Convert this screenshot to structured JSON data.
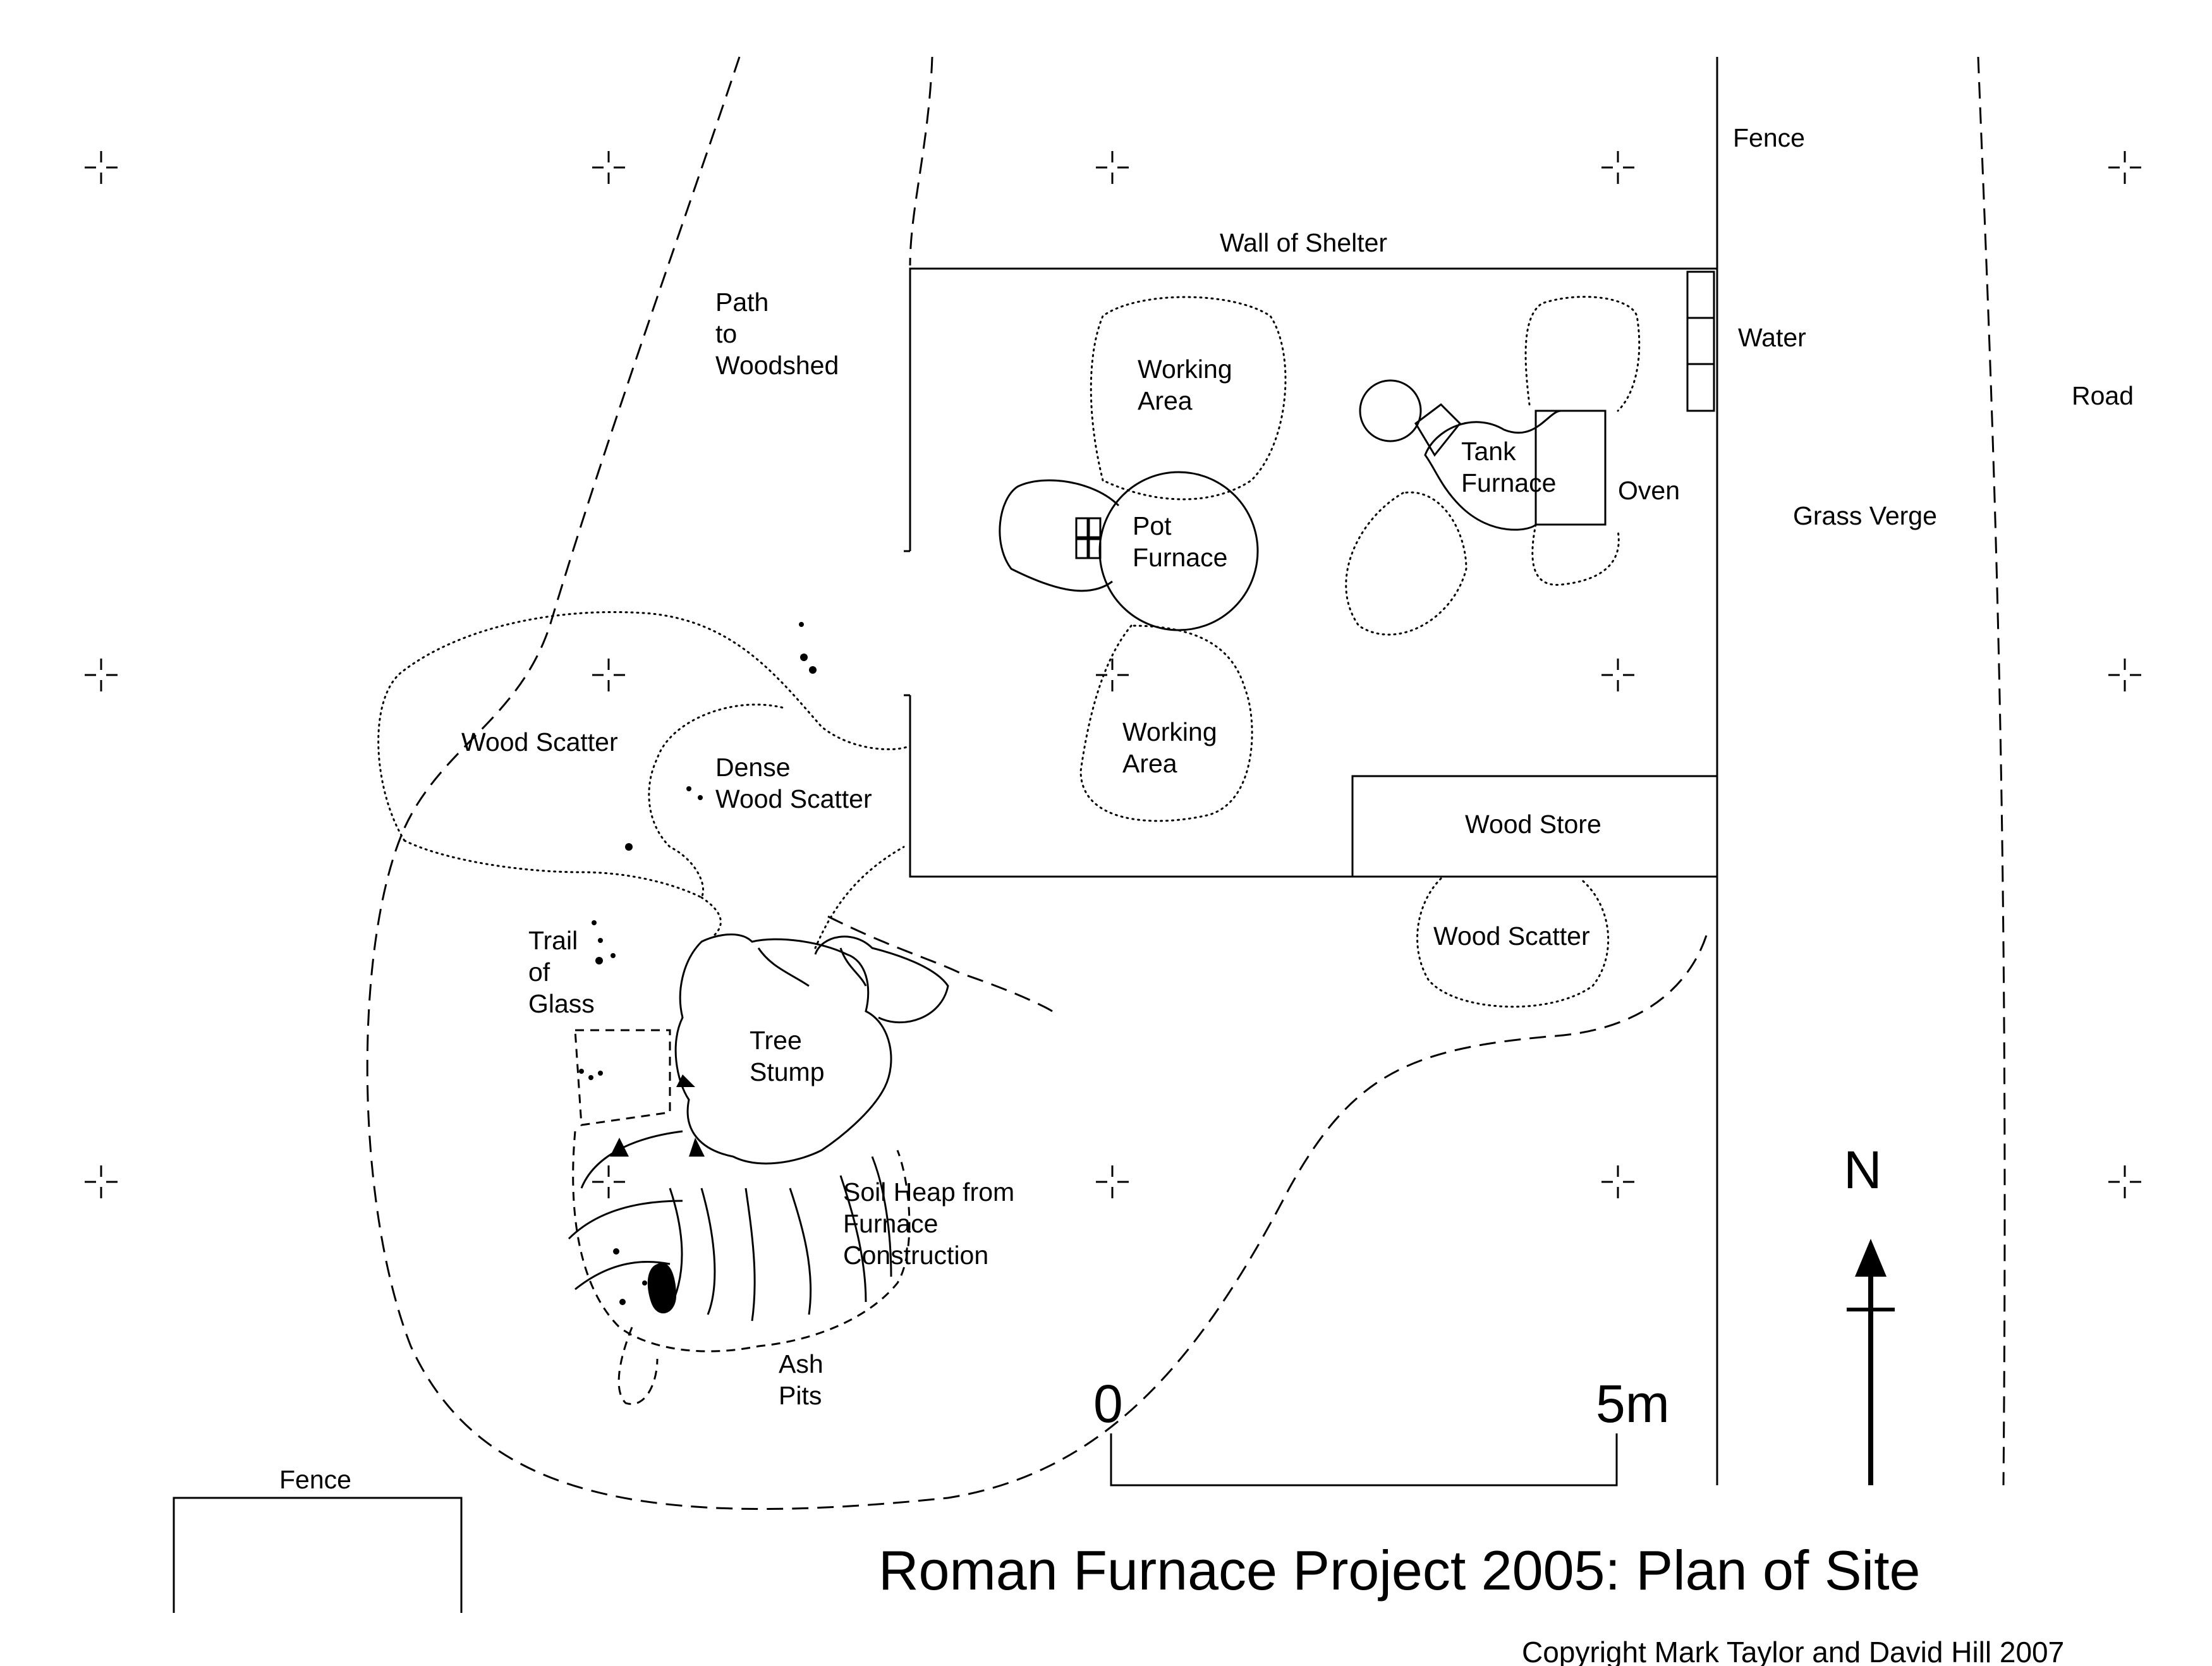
{
  "title": "Roman Furnace Project 2005: Plan of Site",
  "copyright": "Copyright Mark Taylor and David Hill 2007",
  "north_label": "N",
  "scale": {
    "start": "0",
    "end": "5m"
  },
  "labels": {
    "fence_top": "Fence",
    "wall_of_shelter": "Wall of Shelter",
    "water": "Water",
    "road": "Road",
    "grass_verge": "Grass Verge",
    "path_to_woodshed": [
      "Path",
      "to",
      "Woodshed"
    ],
    "working_area_north": [
      "Working",
      "Area"
    ],
    "working_area_south": [
      "Working",
      "Area"
    ],
    "pot_furnace": [
      "Pot",
      "Furnace"
    ],
    "tank_furnace": [
      "Tank",
      "Furnace"
    ],
    "oven": "Oven",
    "wood_scatter_west": "Wood Scatter",
    "dense_wood_scatter": [
      "Dense",
      "Wood Scatter"
    ],
    "wood_store": "Wood Store",
    "wood_scatter_east": "Wood Scatter",
    "trail_of_glass": [
      "Trail",
      "of",
      "Glass"
    ],
    "tree_stump": [
      "Tree",
      "Stump"
    ],
    "soil_heap": [
      "Soil  Heap from",
      "Furnace",
      "Construction"
    ],
    "ash_pits": [
      "Ash",
      "Pits"
    ],
    "fence_bottom": "Fence"
  }
}
